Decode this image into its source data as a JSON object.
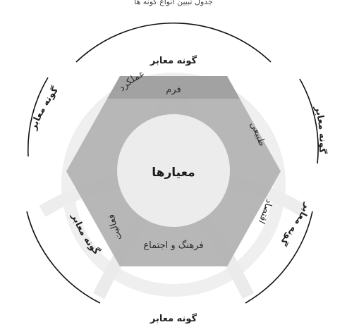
{
  "caption_top": "جدول تبیین انواع گونه ها",
  "center": {
    "label": "معیارها"
  },
  "hexagon_sides": {
    "top": "فرم",
    "upper_right": "طبیعی",
    "lower_right": "اقتصاد",
    "bottom": "فرهنگ و اجتماع",
    "lower_left": "فعالیت",
    "upper_left": "عملکرد"
  },
  "outer_ring": {
    "top": "گونه معابر",
    "right": "گونه معابر",
    "lower_right": "گونه معابر",
    "bottom": "گونه معابر",
    "lower_left": "گونه معابر",
    "left": "گونه معابر"
  },
  "colors": {
    "hexagon": "#b3b3b3",
    "hexagon_top_band": "#a2a2a2",
    "circle": "#ececec",
    "ring": "#111111",
    "watermark": "#d6d6d6"
  }
}
